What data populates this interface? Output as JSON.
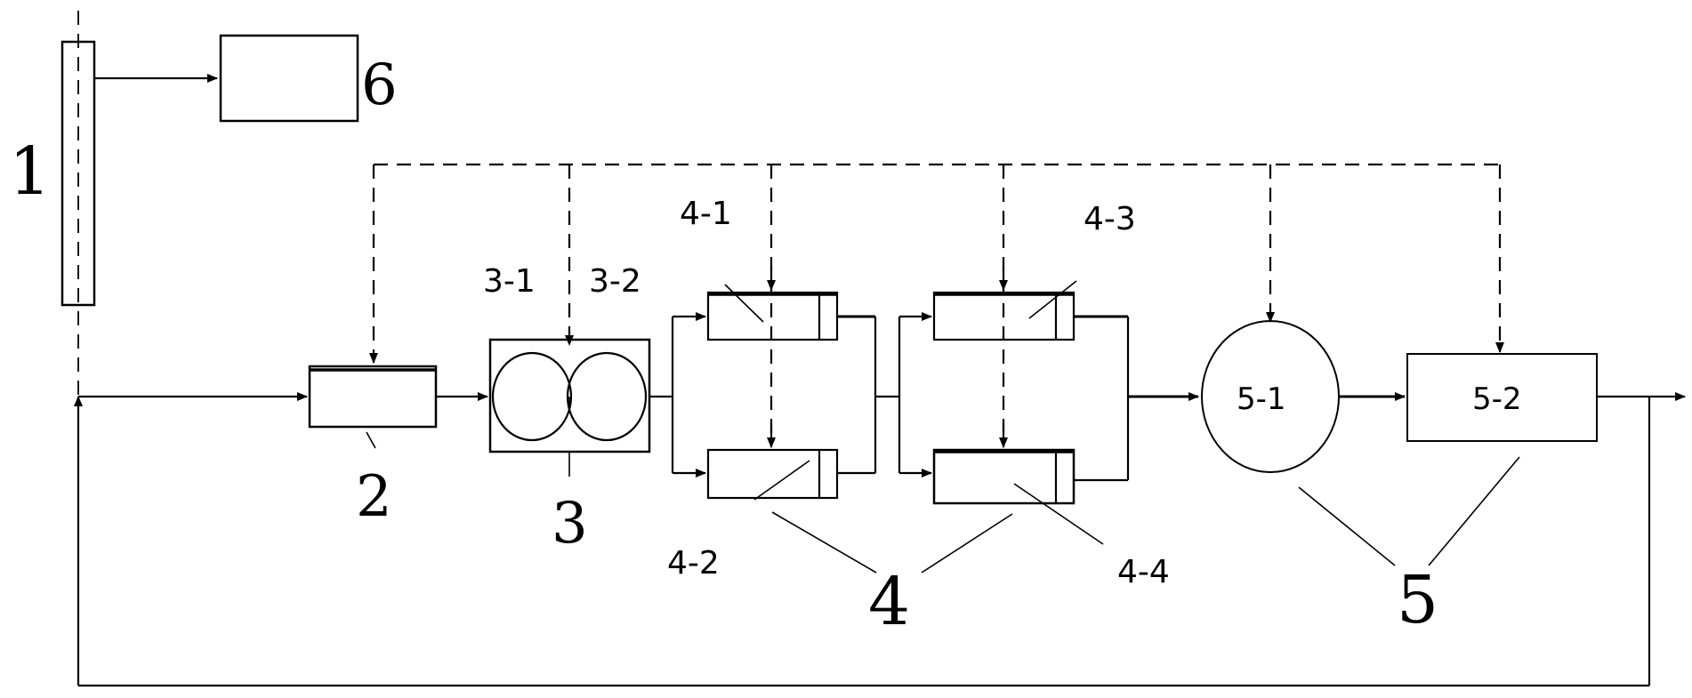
{
  "labels": {
    "component_1": "1",
    "component_2": "2",
    "component_3": "3",
    "component_3_1": "3-1",
    "component_3_2": "3-2",
    "component_4": "4",
    "component_4_1": "4-1",
    "component_4_2": "4-2",
    "component_4_3": "4-3",
    "component_4_4": "4-4",
    "component_5": "5",
    "component_5_1": "5-1",
    "component_5_2": "5-2",
    "component_6": "6"
  },
  "colors": {
    "stroke": "#000000",
    "background": "#ffffff"
  }
}
